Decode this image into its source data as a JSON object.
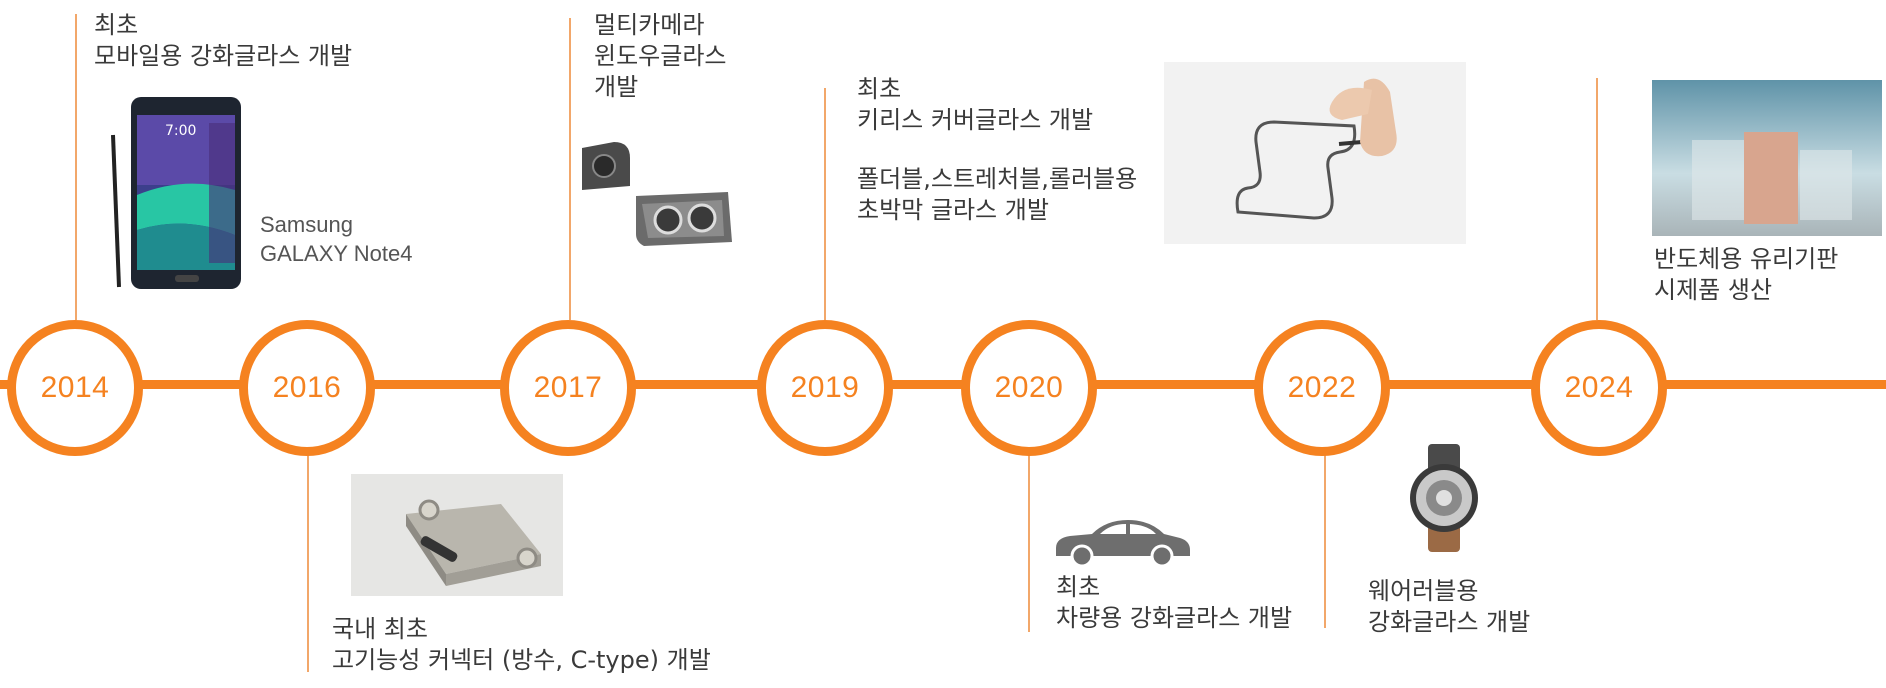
{
  "milestones": [
    {
      "year": "2014",
      "lines": [
        "최초",
        "모바일용 강화글라스 개발"
      ],
      "image_caption": [
        "Samsung",
        "GALAXY Note4"
      ]
    },
    {
      "year": "2016",
      "lines": [
        "국내 최초",
        "고기능성 커넥터 (방수, C-type) 개발"
      ]
    },
    {
      "year": "2017",
      "lines": [
        "멀티카메라",
        "윈도우글라스",
        "개발"
      ]
    },
    {
      "year": "2019",
      "lines": [
        "최초",
        "키리스 커버글라스 개발"
      ],
      "lines2": [
        "폴더블,스트레처블,롤러블용",
        "초박막 글라스 개발"
      ]
    },
    {
      "year": "2020",
      "lines": [
        "최초",
        "차량용 강화글라스 개발"
      ]
    },
    {
      "year": "2022",
      "lines": [
        "웨어러블용",
        "강화글라스 개발"
      ]
    },
    {
      "year": "2024",
      "lines": [
        "반도체용 유리기판",
        "시제품 생산"
      ]
    }
  ],
  "colors": {
    "accent": "#f58220",
    "text": "#3a3a3a",
    "connector_line": "#f2a76a"
  },
  "icons": [
    "smartphone-image",
    "connector-image",
    "camera-window-image",
    "foldable-glass-image",
    "car-icon",
    "smartwatch-image",
    "glass-substrate-image"
  ]
}
